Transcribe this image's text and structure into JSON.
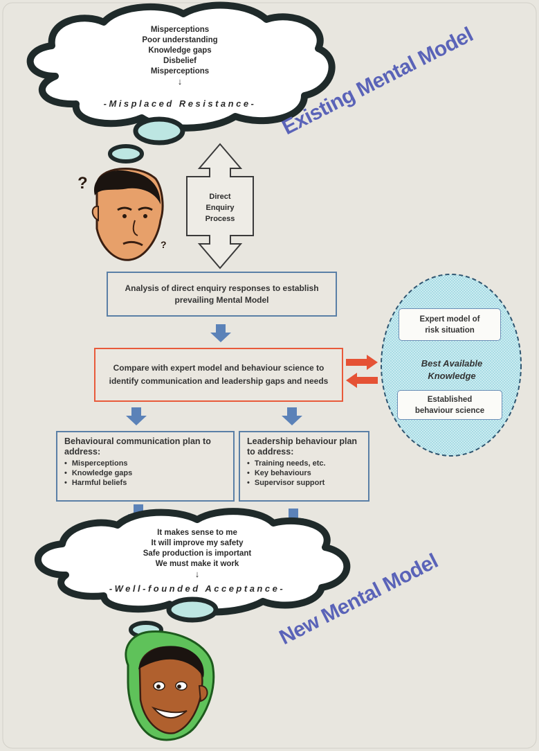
{
  "existing_cloud": {
    "lines": [
      "Misperceptions",
      "Poor understanding",
      "Knowledge gaps",
      "Disbelief",
      "Misperceptions"
    ],
    "arrow": "↓",
    "result": "-Misplaced Resistance-"
  },
  "existing_label": "Existing Mental Model",
  "direct_enquiry": "Direct Enquiry Process",
  "analysis_box": "Analysis of direct enquiry responses to establish prevailing Mental Model",
  "compare_box": "Compare with expert model and behaviour science to identify communication and leadership gaps and needs",
  "knowledge": {
    "title": "Best Available Knowledge",
    "expert_model": "Expert model of risk situation",
    "behaviour_science": "Established behaviour science"
  },
  "comm_plan": {
    "title": "Behavioural communication plan to address:",
    "items": [
      "Misperceptions",
      "Knowledge gaps",
      "Harmful beliefs"
    ]
  },
  "leader_plan": {
    "title": "Leadership behaviour plan to address:",
    "items": [
      "Training needs, etc.",
      "Key behaviours",
      "Supervisor support"
    ]
  },
  "new_cloud": {
    "lines": [
      "It makes sense to me",
      "It will improve my safety",
      "Safe production is important",
      "We must make it work"
    ],
    "arrow": "↓",
    "result": "-Well-founded Acceptance-"
  },
  "new_label": "New Mental Model",
  "colors": {
    "cloud_border": "#1f2a2a",
    "bubble_fill": "#bde6e2",
    "box_border": "#5a7fa6",
    "compare_border": "#e85a3a",
    "arrow_blue": "#5b82b8",
    "arrow_red": "#e55235",
    "label_blue": "#5a63b8",
    "oval_fill": "#bfe6ef"
  }
}
